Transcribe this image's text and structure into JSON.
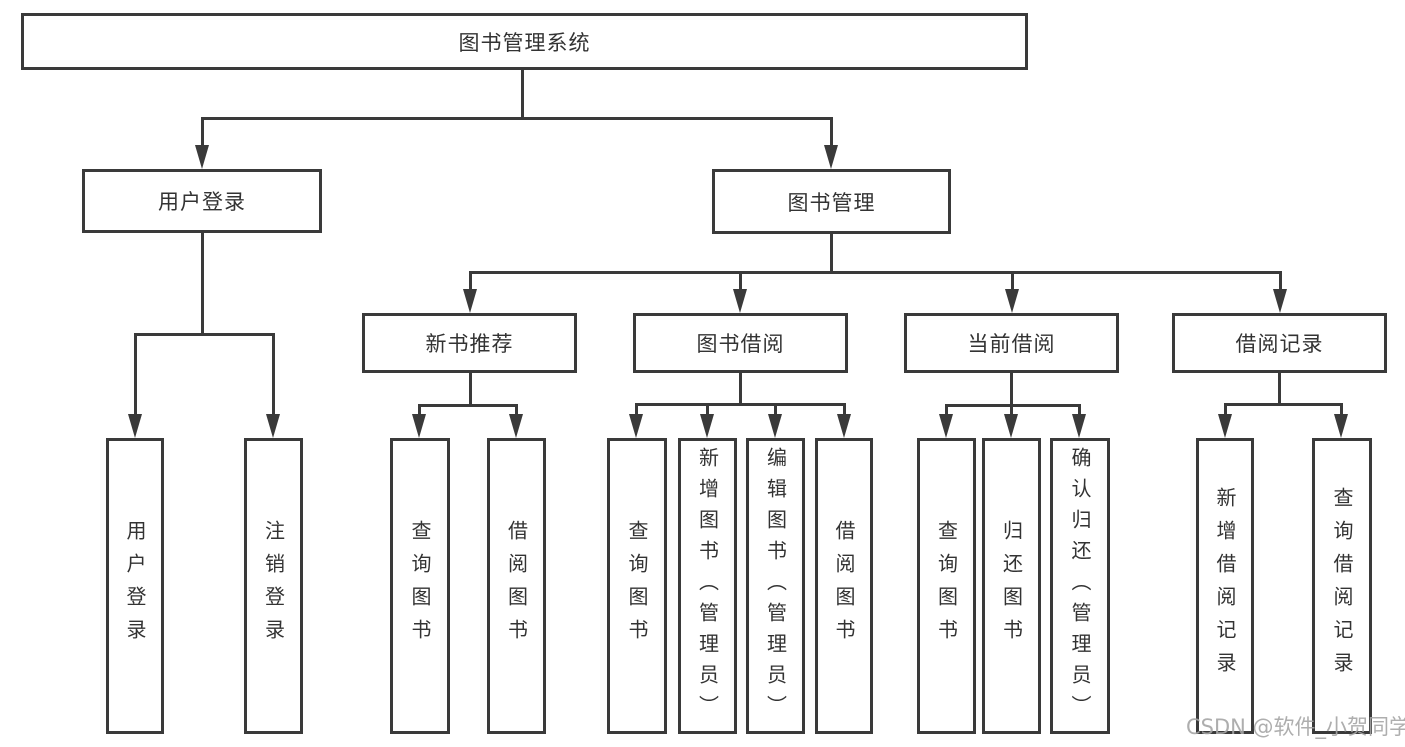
{
  "tree": {
    "root": {
      "label": "图书管理系统"
    },
    "branches": [
      {
        "label": "用户登录",
        "children": [
          {
            "label": "用户登录"
          },
          {
            "label": "注销登录"
          }
        ]
      },
      {
        "label": "图书管理",
        "sections": [
          {
            "label": "新书推荐",
            "children": [
              {
                "label": "查询图书"
              },
              {
                "label": "借阅图书"
              }
            ]
          },
          {
            "label": "图书借阅",
            "children": [
              {
                "label": "查询图书"
              },
              {
                "label": "新增图书（管理员）"
              },
              {
                "label": "编辑图书（管理员）"
              },
              {
                "label": "借阅图书"
              }
            ]
          },
          {
            "label": "当前借阅",
            "children": [
              {
                "label": "查询图书"
              },
              {
                "label": "归还图书"
              },
              {
                "label": "确认归还（管理员）"
              }
            ]
          },
          {
            "label": "借阅记录",
            "children": [
              {
                "label": "新增借阅记录"
              },
              {
                "label": "查询借阅记录"
              }
            ]
          }
        ]
      }
    ]
  },
  "watermark": "CSDN @软件_小贺同学",
  "colors": {
    "line": "#3a3a3a",
    "box_border": "#3a3a3a",
    "box_bg": "#ffffff",
    "text": "#333333",
    "watermark": "#a5a5a5"
  }
}
